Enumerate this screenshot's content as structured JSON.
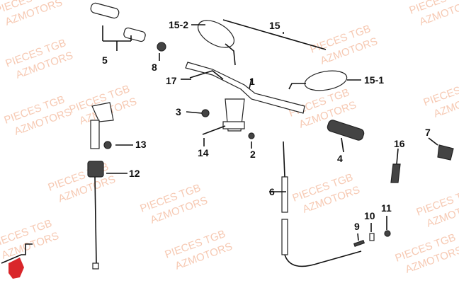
{
  "watermark": {
    "line1": "PIECES TGB",
    "line2": "AZMOTORS"
  },
  "labels": {
    "p1": "1",
    "p2": "2",
    "p3": "3",
    "p4": "4",
    "p5": "5",
    "p6": "6",
    "p7": "7",
    "p8": "8",
    "p9": "9",
    "p10": "10",
    "p11": "11",
    "p12": "12",
    "p13": "13",
    "p14": "14",
    "p15": "15",
    "p15_1": "15-1",
    "p15_2": "15-2",
    "p16": "16",
    "p17": "17"
  },
  "colors": {
    "watermark": "#f4b89a",
    "logo": "#d9262a"
  }
}
